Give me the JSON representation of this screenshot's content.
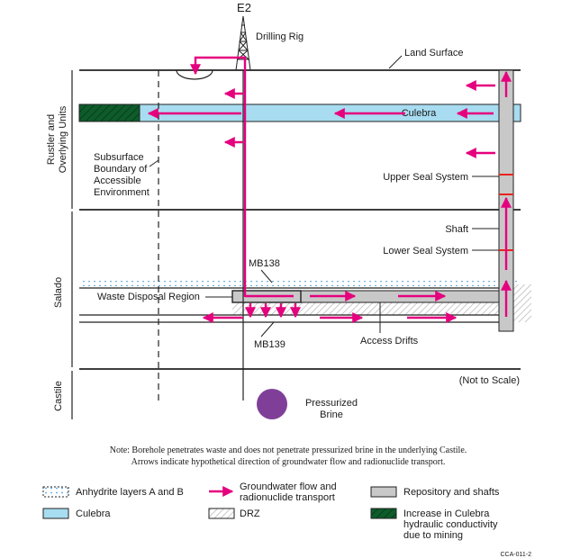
{
  "borehole_label": "E2",
  "labels": {
    "drilling_rig": "Drilling Rig",
    "land_surface": "Land Surface",
    "culebra": "Culebra",
    "subsurface_boundary": [
      "Subsurface",
      "Boundary of",
      "Accessible",
      "Environment"
    ],
    "upper_seal": "Upper Seal System",
    "shaft": "Shaft",
    "lower_seal": "Lower Seal System",
    "mb138": "MB138",
    "waste_disposal_region": "Waste Disposal Region",
    "mb139": "MB139",
    "access_drifts": "Access Drifts",
    "not_to_scale": "(Not to Scale)",
    "pressurized_brine": [
      "Pressurized",
      "Brine"
    ]
  },
  "units": {
    "rustler": [
      "Rustler  and",
      "Overlying Units"
    ],
    "salado": "Salado",
    "castile": "Castile"
  },
  "note": {
    "line1": "Note:  Borehole penetrates waste and does not penetrate pressurized brine in the underlying Castile.",
    "line2": "Arrows indicate hypothetical direction of groundwater flow and radionuclide transport."
  },
  "legend": {
    "anhydrite": "Anhydrite layers A and B",
    "culebra": "Culebra",
    "flow": [
      "Groundwater flow and",
      "radionuclide transport"
    ],
    "drz": "DRZ",
    "repository": "Repository and shafts",
    "increase": [
      "Increase in Culebra",
      "hydraulic conductivity",
      "due to mining"
    ]
  },
  "figure_id": "CCA-011-2",
  "colors": {
    "culebra": "#a8dcf0",
    "arrow": "#e5007e",
    "repository": "#c8c8c8",
    "dark_green": "#0d5c2a",
    "brine": "#7f3f98",
    "seal": "#e8231e"
  }
}
